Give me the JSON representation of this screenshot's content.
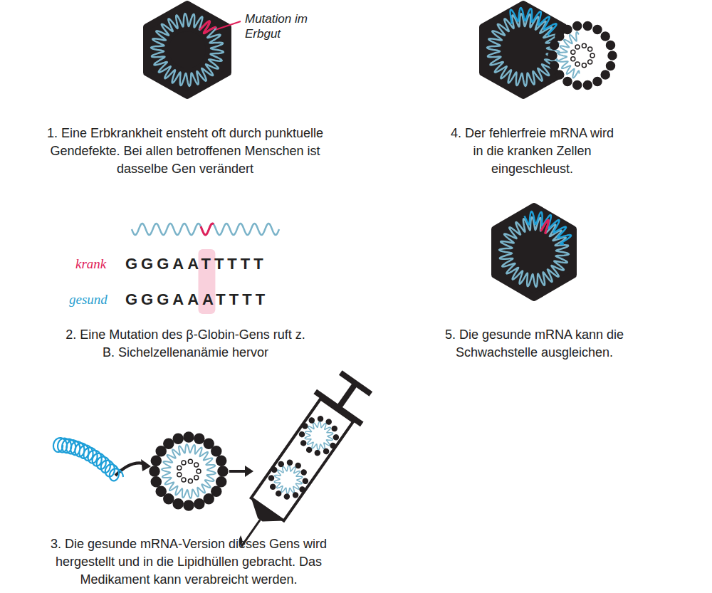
{
  "diagram": {
    "labels": [
      "Mutation im Erbgut",
      "1. Eine Erbkrankheit ensteht oft durch punktuelle Gendefekte. Bei allen betroffenen Menschen ist dasselbe Gen verändert",
      "4. Der fehlerfreie mRNA wird in die kranken Zellen eingeschleust.",
      "krank",
      "GGGAATTTTT",
      "gesund",
      "GGGAAATTTT",
      "2. Eine Mutation des β-Globin-Gens ruft z. B. Sichelzellenanämie hervor",
      "5. Die gesunde mRNA kann die Schwachstelle ausgleichen.",
      "3. Die gesunde mRNA-Version dieses Gens wird hergestellt und in die Lipidhüllen gebracht. Das Medikament kann verabreicht werden."
    ]
  }
}
